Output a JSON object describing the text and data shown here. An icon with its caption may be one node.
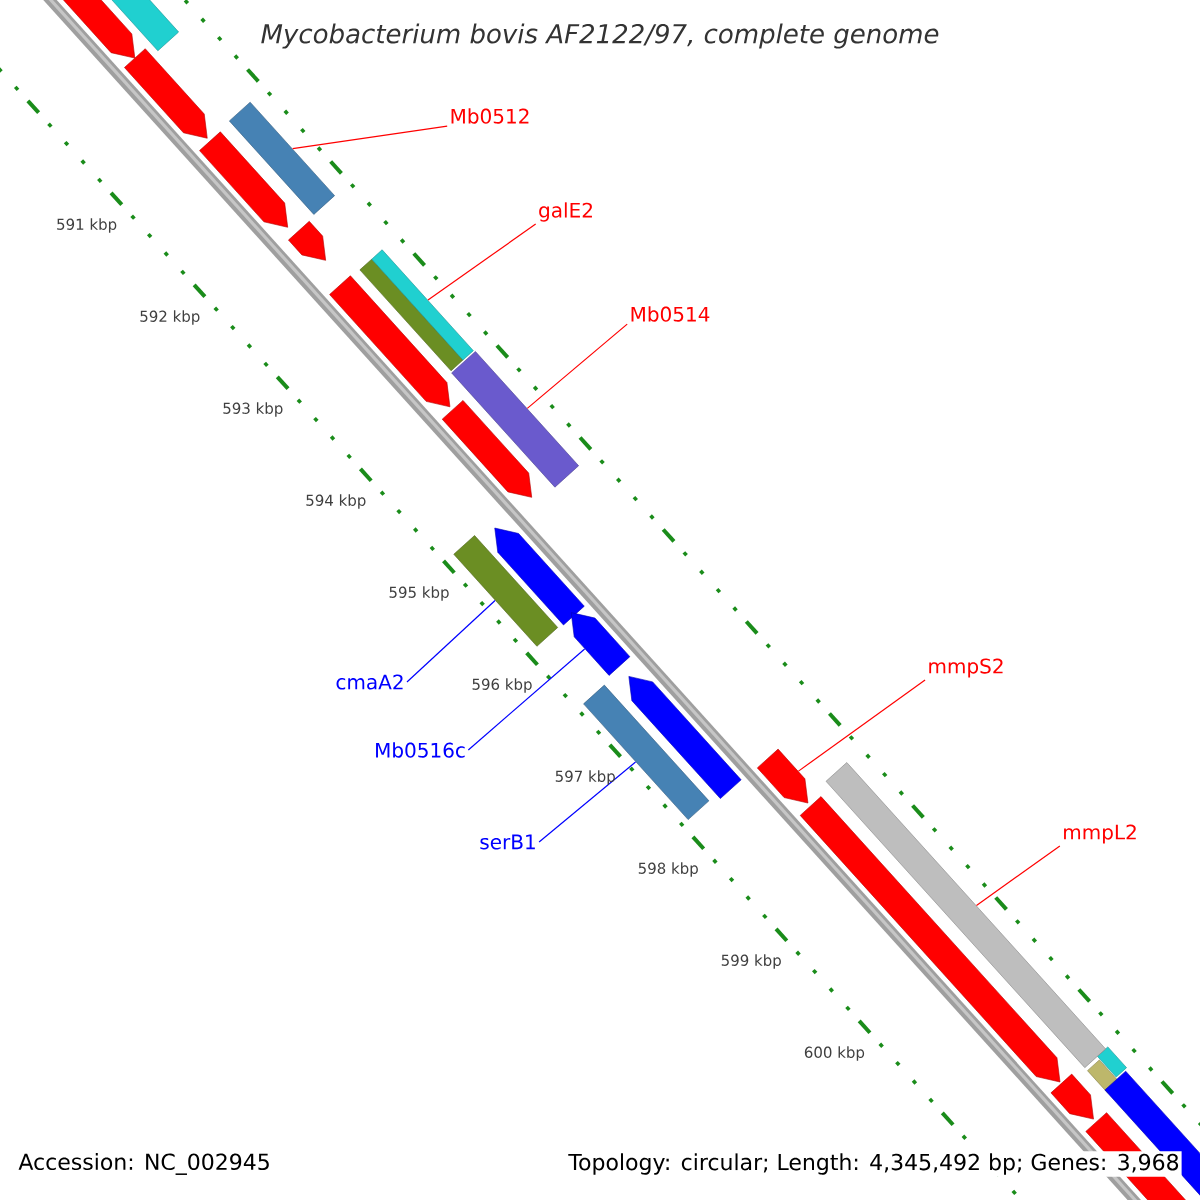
{
  "diagram": {
    "title": "*Mycobacterium bovis AF2122/97, complete genome*",
    "nodes": [
      {
        "text": [
          "Mb0512"
        ]
      },
      {
        "text": [
          "galE2"
        ]
      },
      {
        "text": [
          "Mb0514"
        ]
      },
      {
        "text": [
          "mmpS2"
        ]
      },
      {
        "text": [
          "cmaA2"
        ]
      },
      {
        "text": [
          "Mb0516c"
        ]
      },
      {
        "text": [
          "mmpL2"
        ]
      },
      {
        "text": [
          "serB1"
        ]
      },
      {
        "text": [],
        "shape": "bar"
      },
      {
        "text": [],
        "shape": "bar"
      },
      {
        "text": [],
        "shape": "bar"
      },
      {
        "text": [],
        "shape": "pentagon"
      },
      {
        "text": [],
        "shape": "bar"
      },
      {
        "text": [],
        "shape": "pentagon"
      },
      {
        "text": [],
        "shape": "bar"
      },
      {
        "text": [],
        "shape": "bar"
      }
    ],
    "edges": [
      {
        "from": 0,
        "to": 8,
        "arrow": "none"
      },
      {
        "from": 1,
        "to": 9,
        "arrow": "none"
      },
      {
        "from": 2,
        "to": 10,
        "arrow": "none"
      },
      {
        "from": 3,
        "to": 11,
        "arrow": "none"
      },
      {
        "from": 4,
        "to": 12,
        "arrow": "none",
        "color": "#0000ff"
      },
      {
        "from": 5,
        "to": 13,
        "arrow": "none",
        "color": "#0000ff"
      },
      {
        "from": 6,
        "to": 14,
        "arrow": "none"
      },
      {
        "from": 7,
        "to": 15,
        "arrow": "none",
        "color": "#0000ff"
      }
    ],
    "labels": [
      "591 kbp",
      "592 kbp",
      "593 kbp",
      "594 kbp",
      "595 kbp",
      "596 kbp",
      "597 kbp",
      "598 kbp",
      "599 kbp",
      "600 kbp",
      "Accession: NC_002945",
      "Topology: circular; Length: 4,345,492 bp; Genes: 3,968"
    ]
  }
}
